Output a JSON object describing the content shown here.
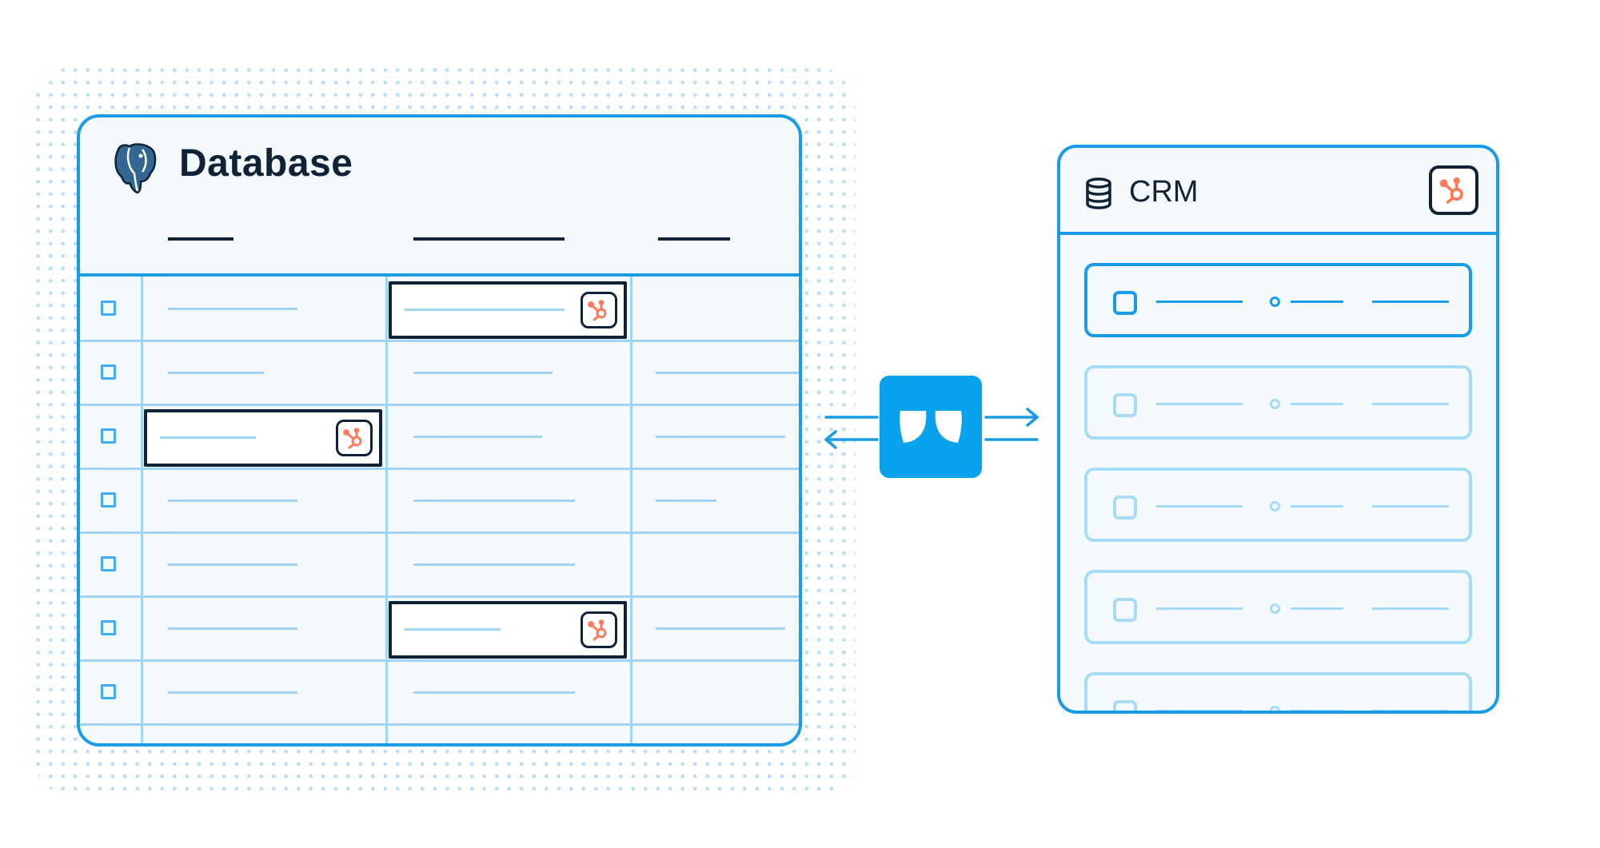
{
  "database": {
    "title": "Database",
    "logo": "postgresql-elephant-icon",
    "column_count": 3,
    "row_count": 7,
    "highlighted_cells": [
      {
        "row": 0,
        "column": 1,
        "badge": "hubspot-icon"
      },
      {
        "row": 2,
        "column": 0,
        "badge": "hubspot-icon"
      },
      {
        "row": 5,
        "column": 1,
        "badge": "hubspot-icon"
      }
    ]
  },
  "crm": {
    "title": "CRM",
    "icon": "database-icon",
    "badge": "hubspot-icon",
    "records": [
      {
        "state": "active"
      },
      {
        "state": "inactive"
      },
      {
        "state": "inactive"
      },
      {
        "state": "inactive"
      },
      {
        "state": "inactive"
      }
    ]
  },
  "sync": {
    "logo": "sync-app-logo-icon",
    "direction": "bidirectional"
  },
  "colors": {
    "primary_blue": "#1a9be6",
    "light_blue": "#9fd6f4",
    "navy": "#0f2236",
    "hubspot_orange": "#ff7a59",
    "app_blue": "#0aa2ec"
  }
}
